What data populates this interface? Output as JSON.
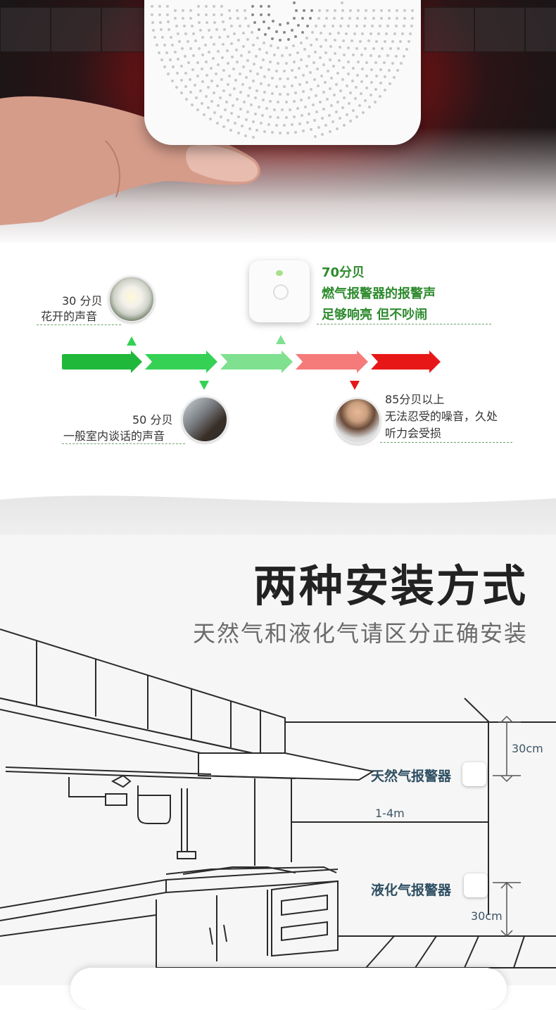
{
  "decibel": {
    "level_30": {
      "value": "30 分贝",
      "desc": "花开的声音"
    },
    "level_50": {
      "value": "50 分贝",
      "desc": "一般室内谈话的声音"
    },
    "level_70": {
      "lines": [
        "70分贝",
        "燃气报警器的报警声",
        "足够响亮 但不吵闹"
      ]
    },
    "level_85": {
      "lines": [
        "85分贝以上",
        "无法忍受的噪音，久处",
        "听力会受损"
      ]
    },
    "scale_colors": [
      "#1fb83a",
      "#35d155",
      "#7fe18f",
      "#f57b7b",
      "#e81717"
    ]
  },
  "install": {
    "title": "两种安装方式",
    "subtitle": "天然气和液化气请区分正确安装",
    "natural_gas_label": "天然气报警器",
    "lpg_label": "液化气报警器",
    "top_distance": "30cm",
    "horizontal_distance": "1-4m",
    "bottom_distance": "30cm"
  }
}
